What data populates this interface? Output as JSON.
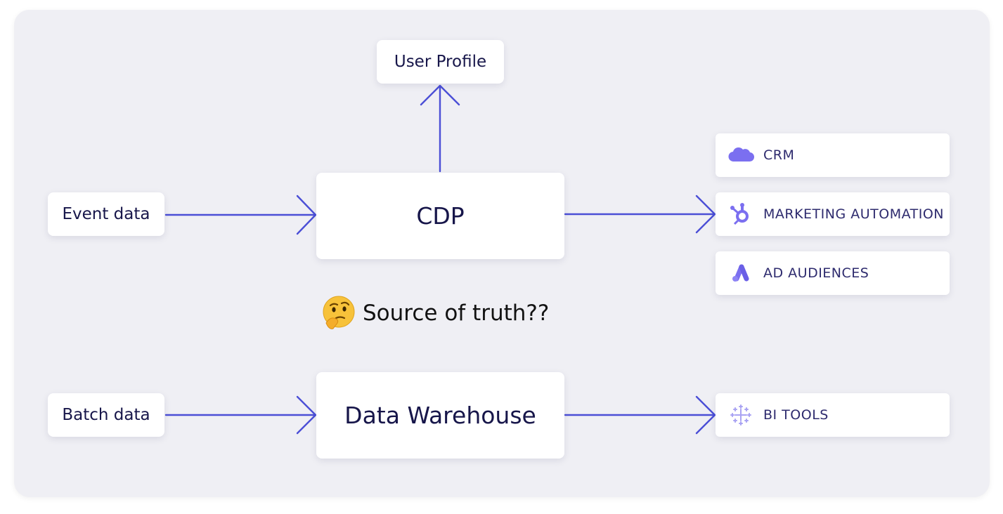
{
  "nodes": {
    "user_profile": "User Profile",
    "event_data": "Event data",
    "cdp": "CDP",
    "batch_data": "Batch data",
    "data_warehouse": "Data Warehouse"
  },
  "question": {
    "emoji_icon": "thinking-face-icon",
    "text": "Source of truth??"
  },
  "destinations": [
    {
      "label": "CRM",
      "icon": "salesforce-cloud-icon"
    },
    {
      "label": "MARKETING AUTOMATION",
      "icon": "hubspot-icon"
    },
    {
      "label": "AD AUDIENCES",
      "icon": "google-ads-icon"
    },
    {
      "label": "BI TOOLS",
      "icon": "tableau-icon"
    }
  ],
  "colors": {
    "arrow": "#4b4fd6",
    "icon": "#7b6ff0",
    "text": "#17164a",
    "background": "#efeff4"
  }
}
